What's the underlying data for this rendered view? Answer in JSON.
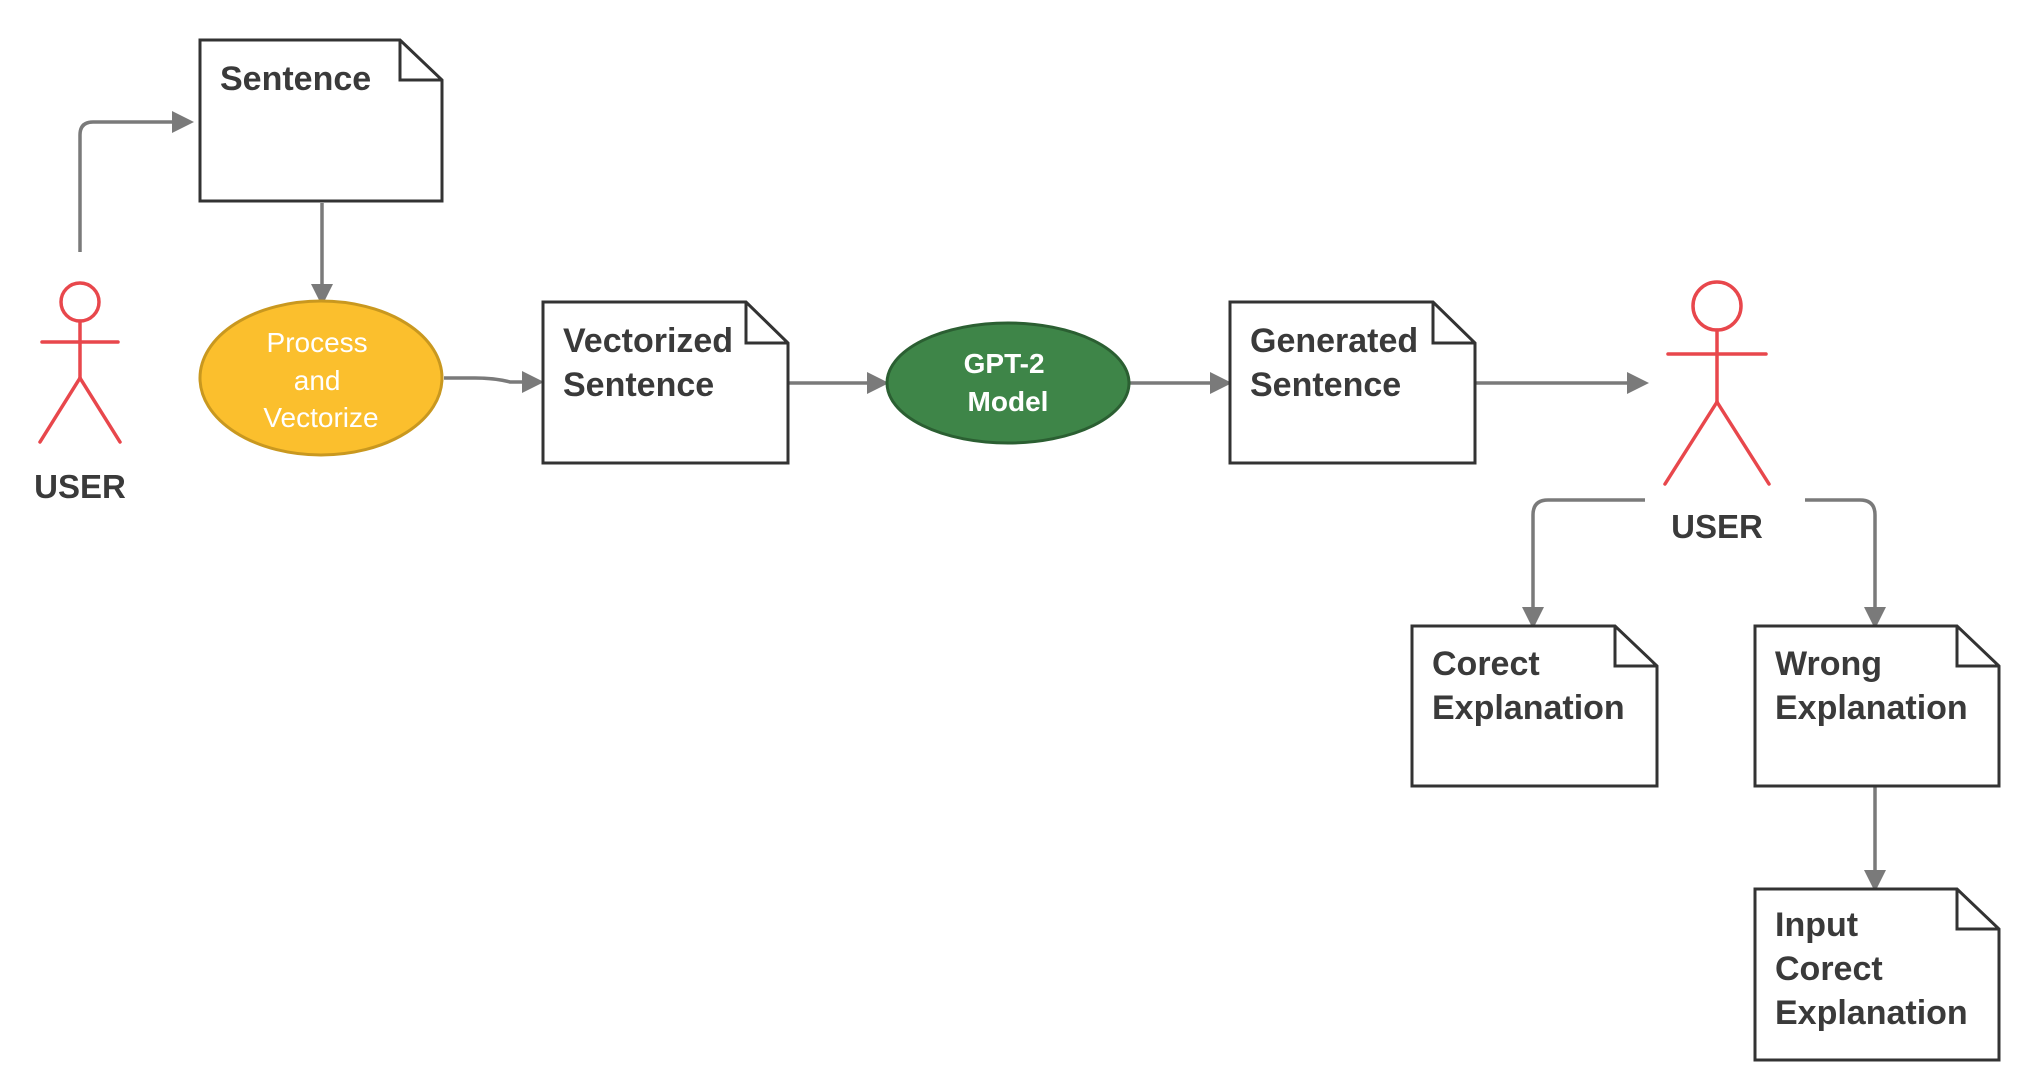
{
  "colors": {
    "actor": "#e8474c",
    "process_fill": "#fbbf2d",
    "process_stroke": "#c9981f",
    "process_text": "#ffffff",
    "model_fill": "#3e8548",
    "model_stroke": "#2b5f32",
    "model_text": "#ffffff",
    "edge": "#7a7a7a"
  },
  "actors": {
    "user_left": {
      "label": "USER"
    },
    "user_right": {
      "label": "USER"
    }
  },
  "documents": {
    "sentence": {
      "lines": [
        "Sentence"
      ]
    },
    "vectorized": {
      "lines": [
        "Vectorized",
        "Sentence"
      ]
    },
    "generated": {
      "lines": [
        "Generated",
        "Sentence"
      ]
    },
    "correct": {
      "lines": [
        "Corect",
        "Explanation"
      ]
    },
    "wrong": {
      "lines": [
        "Wrong",
        "Explanation"
      ]
    },
    "input": {
      "lines": [
        "Input",
        "Corect",
        "Explanation"
      ]
    }
  },
  "processes": {
    "process_vectorize": {
      "lines": [
        "Process",
        "and",
        "Vectorize"
      ]
    },
    "gpt2": {
      "lines": [
        "GPT-2",
        "Model"
      ]
    }
  }
}
